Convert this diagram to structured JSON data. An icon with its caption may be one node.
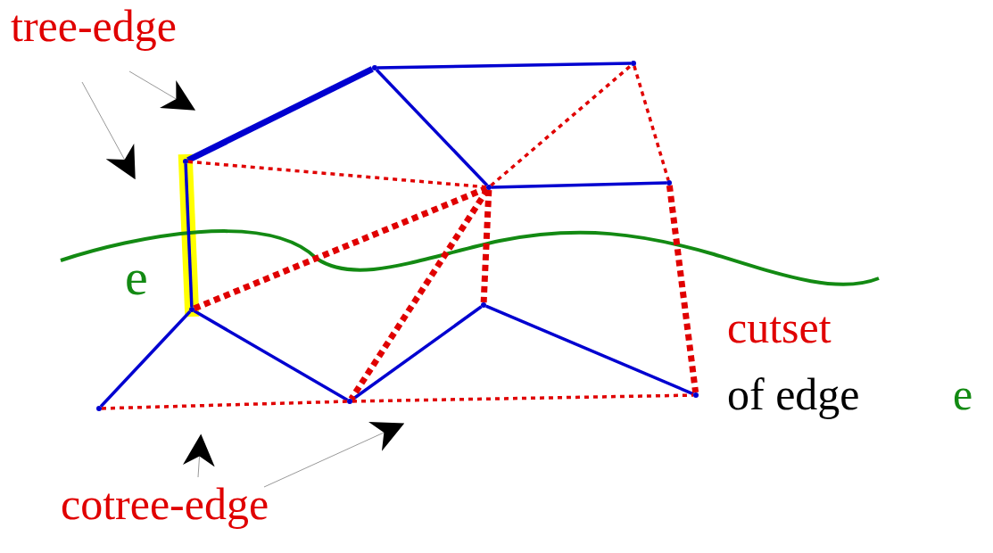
{
  "diagram": {
    "nodes": [
      {
        "text": [
          "tree-edge"
        ]
      },
      {
        "text": [],
        "shape": "dot"
      },
      {
        "text": [],
        "shape": "dot"
      },
      {
        "text": [],
        "shape": "dot"
      },
      {
        "text": [],
        "shape": "dot"
      },
      {
        "text": [],
        "shape": "dot"
      },
      {
        "text": [],
        "shape": "dot"
      },
      {
        "text": [],
        "shape": "dot"
      },
      {
        "text": [],
        "shape": "dot"
      },
      {
        "text": [],
        "shape": "dot"
      },
      {
        "text": [],
        "shape": "dot"
      },
      {
        "text": [
          "cotree-edge"
        ]
      }
    ],
    "edges": [
      {
        "from": 8,
        "to": 6,
        "arrow": "none"
      },
      {
        "from": 6,
        "to": 1,
        "arrow": "none"
      },
      {
        "from": 1,
        "to": 2,
        "arrow": "none",
        "style": "thick"
      },
      {
        "from": 2,
        "to": 4,
        "arrow": "none"
      },
      {
        "from": 4,
        "to": 5,
        "arrow": "none"
      },
      {
        "from": 2,
        "to": 3,
        "arrow": "none"
      },
      {
        "from": 6,
        "to": 9,
        "arrow": "none"
      },
      {
        "from": 9,
        "to": 7,
        "arrow": "none"
      },
      {
        "from": 7,
        "to": 10,
        "arrow": "none"
      },
      {
        "from": 1,
        "to": 4,
        "arrow": "none",
        "style": "dashed",
        "color": "#e00000"
      },
      {
        "from": 4,
        "to": 3,
        "arrow": "none",
        "style": "dashed",
        "color": "#e00000"
      },
      {
        "from": 3,
        "to": 5,
        "arrow": "none",
        "style": "dashed",
        "color": "#e00000"
      },
      {
        "from": 8,
        "to": 9,
        "arrow": "none",
        "style": "dashed",
        "color": "#e00000"
      },
      {
        "from": 9,
        "to": 10,
        "arrow": "none",
        "style": "dashed",
        "color": "#e00000"
      },
      {
        "from": 6,
        "to": 4,
        "arrow": "none",
        "style": "dashed",
        "color": "#e00000"
      },
      {
        "from": 4,
        "to": 9,
        "arrow": "none",
        "style": "dashed",
        "color": "#e00000"
      },
      {
        "from": 4,
        "to": 7,
        "arrow": "none",
        "style": "dashed",
        "color": "#e00000"
      },
      {
        "from": 5,
        "to": 10,
        "arrow": "none",
        "style": "dashed",
        "color": "#e00000"
      },
      {
        "from": 0,
        "to": null,
        "arrow": "to",
        "color": "#999999"
      },
      {
        "from": 0,
        "to": null,
        "arrow": "to",
        "color": "#999999"
      },
      {
        "from": 11,
        "to": null,
        "arrow": "to",
        "color": "#999999"
      },
      {
        "from": 11,
        "to": null,
        "arrow": "to",
        "color": "#999999"
      }
    ],
    "labels": [
      "e",
      "cutset",
      "of edge",
      "e"
    ]
  }
}
